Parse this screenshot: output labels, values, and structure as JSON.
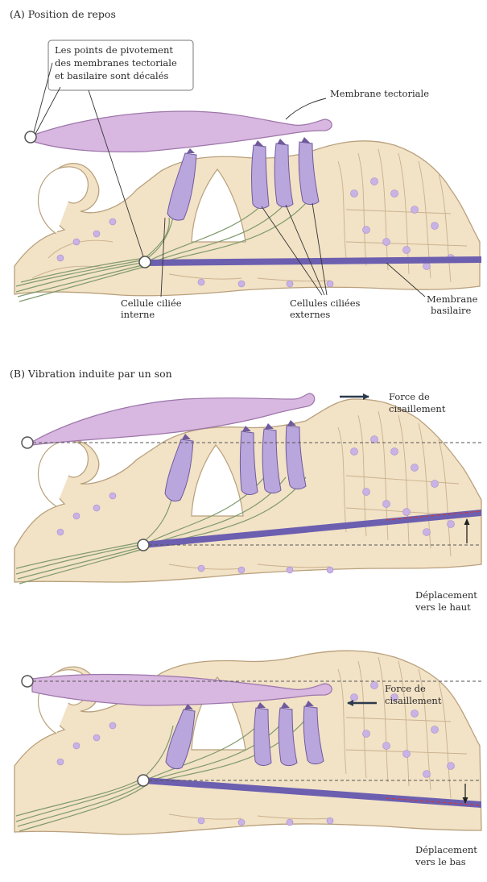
{
  "colors": {
    "tissue": "#f2e2c6",
    "tissue_stroke": "#b9a07c",
    "membrane": "#d8b7e0",
    "membrane_stroke": "#9d76aa",
    "hair_cell": "#b9a6dd",
    "hair_cell_stroke": "#6f5a9c",
    "basilar": "#6c5fb0",
    "nucleus": "#c8b2e6",
    "nerve": "#7f9a6c",
    "guide_line": "#555555",
    "displaced_line": "#c83c3c",
    "arrow": "#2c3a4c"
  },
  "panel_a": {
    "title": "(A) Position de repos",
    "callout": [
      "Les points de pivotement",
      "des membranes tectoriale",
      "et basilaire sont décalés"
    ],
    "label_tectorial": "Membrane tectoriale",
    "label_inner_cell": [
      "Cellule ciliée",
      "interne"
    ],
    "label_outer_cells": [
      "Cellules ciliées",
      "externes"
    ],
    "label_basilar": [
      "Membrane",
      "basilaire"
    ]
  },
  "panel_b": {
    "title": "(B) Vibration induite par un son",
    "up": {
      "shear_label": [
        "Force de",
        "cisaillement"
      ],
      "displacement_label": [
        "Déplacement",
        "vers le haut"
      ]
    },
    "down": {
      "shear_label": [
        "Force de",
        "cisaillement"
      ],
      "displacement_label": [
        "Déplacement",
        "vers le bas"
      ]
    }
  }
}
